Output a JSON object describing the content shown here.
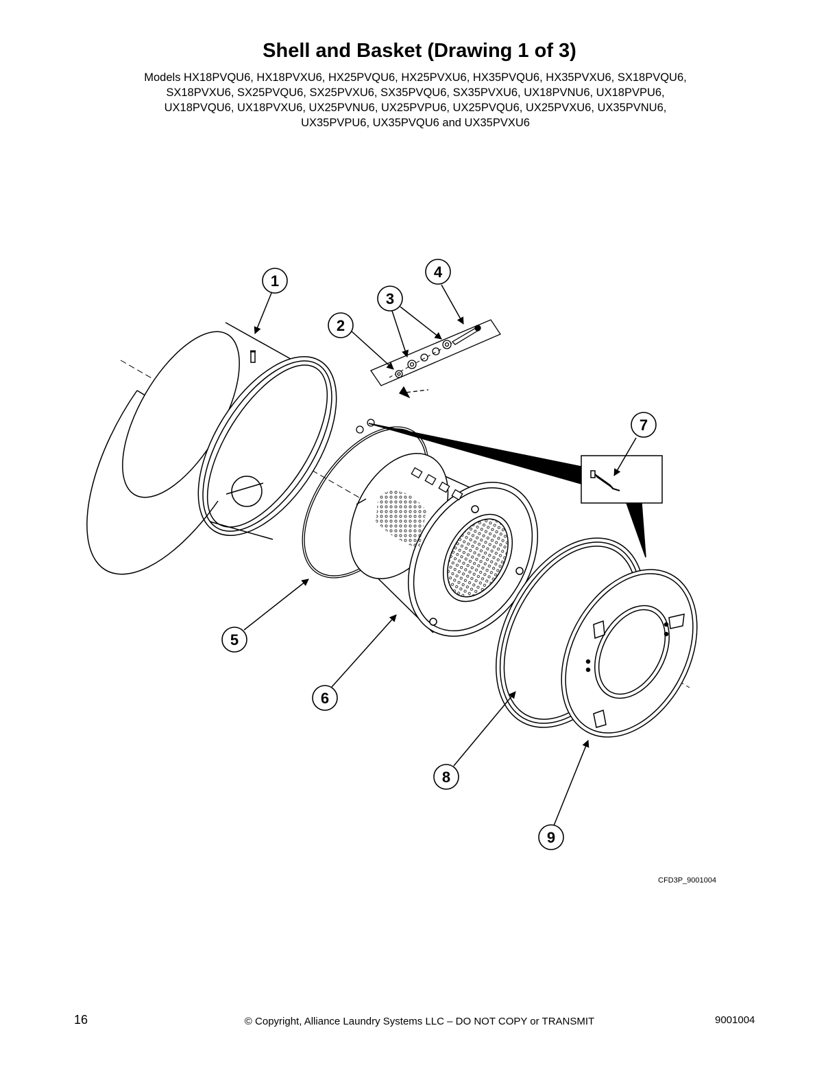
{
  "header": {
    "title": "Shell and Basket (Drawing 1 of 3)",
    "models_lines": [
      "Models HX18PVQU6, HX18PVXU6, HX25PVQU6, HX25PVXU6, HX35PVQU6, HX35PVXU6, SX18PVQU6,",
      "SX18PVXU6, SX25PVQU6, SX25PVXU6, SX35PVQU6, SX35PVXU6, UX18PVNU6, UX18PVPU6,",
      "UX18PVQU6, UX18PVXU6, UX25PVNU6, UX25PVPU6, UX25PVQU6, UX25PVXU6, UX35PVNU6,",
      "UX35PVPU6, UX35PVQU6 and UX35PVXU6"
    ]
  },
  "diagram": {
    "callouts": [
      "1",
      "2",
      "3",
      "4",
      "5",
      "6",
      "7",
      "8",
      "9"
    ],
    "drawing_code": "CFD3P_9001004"
  },
  "footer": {
    "page_number": "16",
    "copyright": "© Copyright, Alliance Laundry Systems LLC – DO NOT COPY or TRANSMIT",
    "document_number": "9001004"
  }
}
